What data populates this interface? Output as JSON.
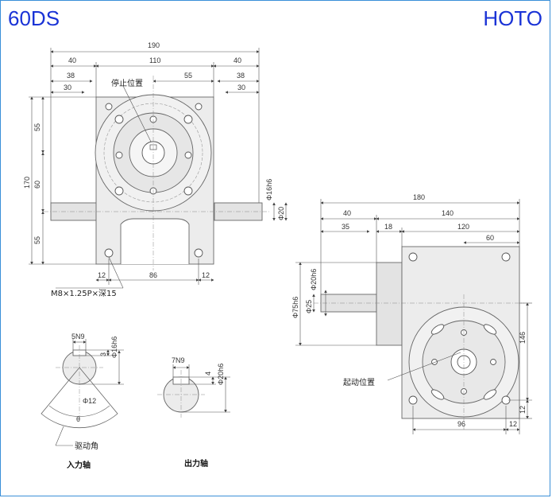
{
  "brand": {
    "model": "60DS",
    "company": "HOTO"
  },
  "front_view": {
    "top_dims": [
      "190",
      "40",
      "110",
      "40",
      "38",
      "55",
      "38",
      "30",
      "30"
    ],
    "stop_position_label": "停止位置",
    "left_dims": [
      "55",
      "170",
      "60",
      "55"
    ],
    "right_dims": [
      "Φ16h6",
      "Φ20"
    ],
    "bottom_dims": [
      "12",
      "86",
      "12"
    ],
    "thread_note": "M8×1.25P×深15"
  },
  "side_view": {
    "top_dims": [
      "180",
      "40",
      "140",
      "35",
      "18",
      "120",
      "60"
    ],
    "left_dims": [
      "Φ20h6",
      "Φ75h6",
      "Φ25"
    ],
    "right_dims": [
      "146",
      "12"
    ],
    "bottom_dims": [
      "96",
      "12"
    ],
    "start_position_label": "起动位置"
  },
  "input_shaft": {
    "keyway": "5N9",
    "dims": [
      "3",
      "Φ16h6"
    ],
    "angle": "Φ12",
    "theta": "θ",
    "drive_angle_label": "驱动角",
    "caption": "入力轴"
  },
  "output_shaft": {
    "keyway": "7N9",
    "dims": [
      "4",
      "Φ20h6"
    ],
    "caption": "出力轴"
  }
}
